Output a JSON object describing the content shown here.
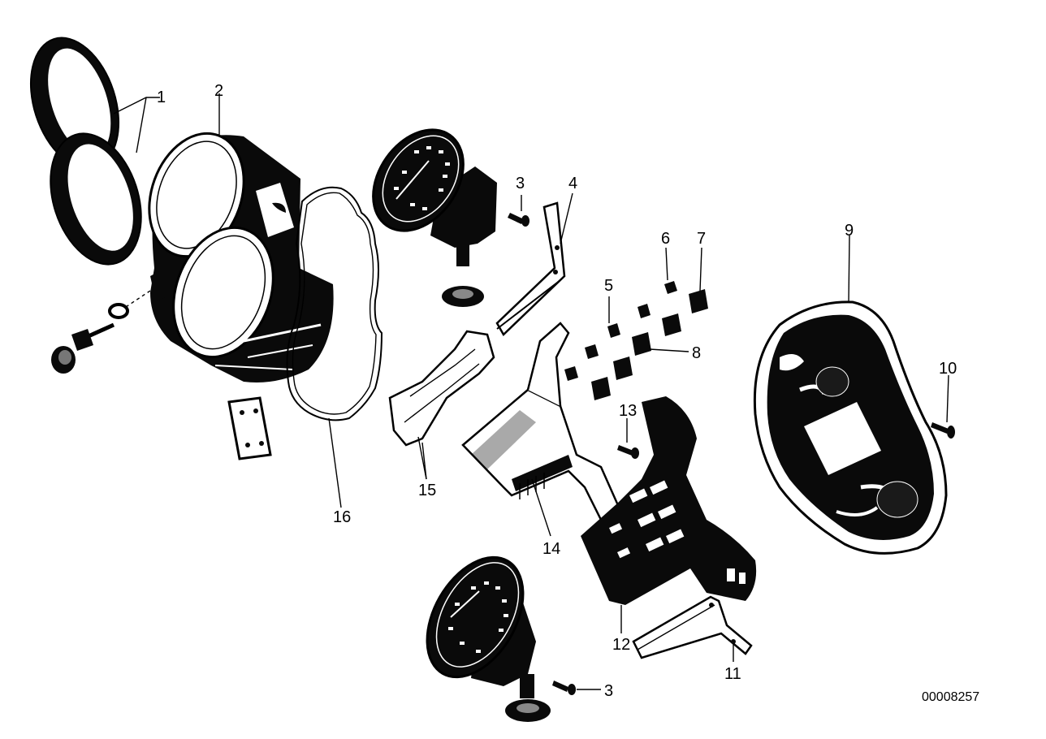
{
  "labels": {
    "l1": "1",
    "l2": "2",
    "l3a": "3",
    "l3b": "3",
    "l4": "4",
    "l5": "5",
    "l6": "6",
    "l7": "7",
    "l8": "8",
    "l9": "9",
    "l10": "10",
    "l11": "11",
    "l12": "12",
    "l13": "13",
    "l14": "14",
    "l15": "15",
    "l16": "16"
  },
  "reference": "00008257"
}
